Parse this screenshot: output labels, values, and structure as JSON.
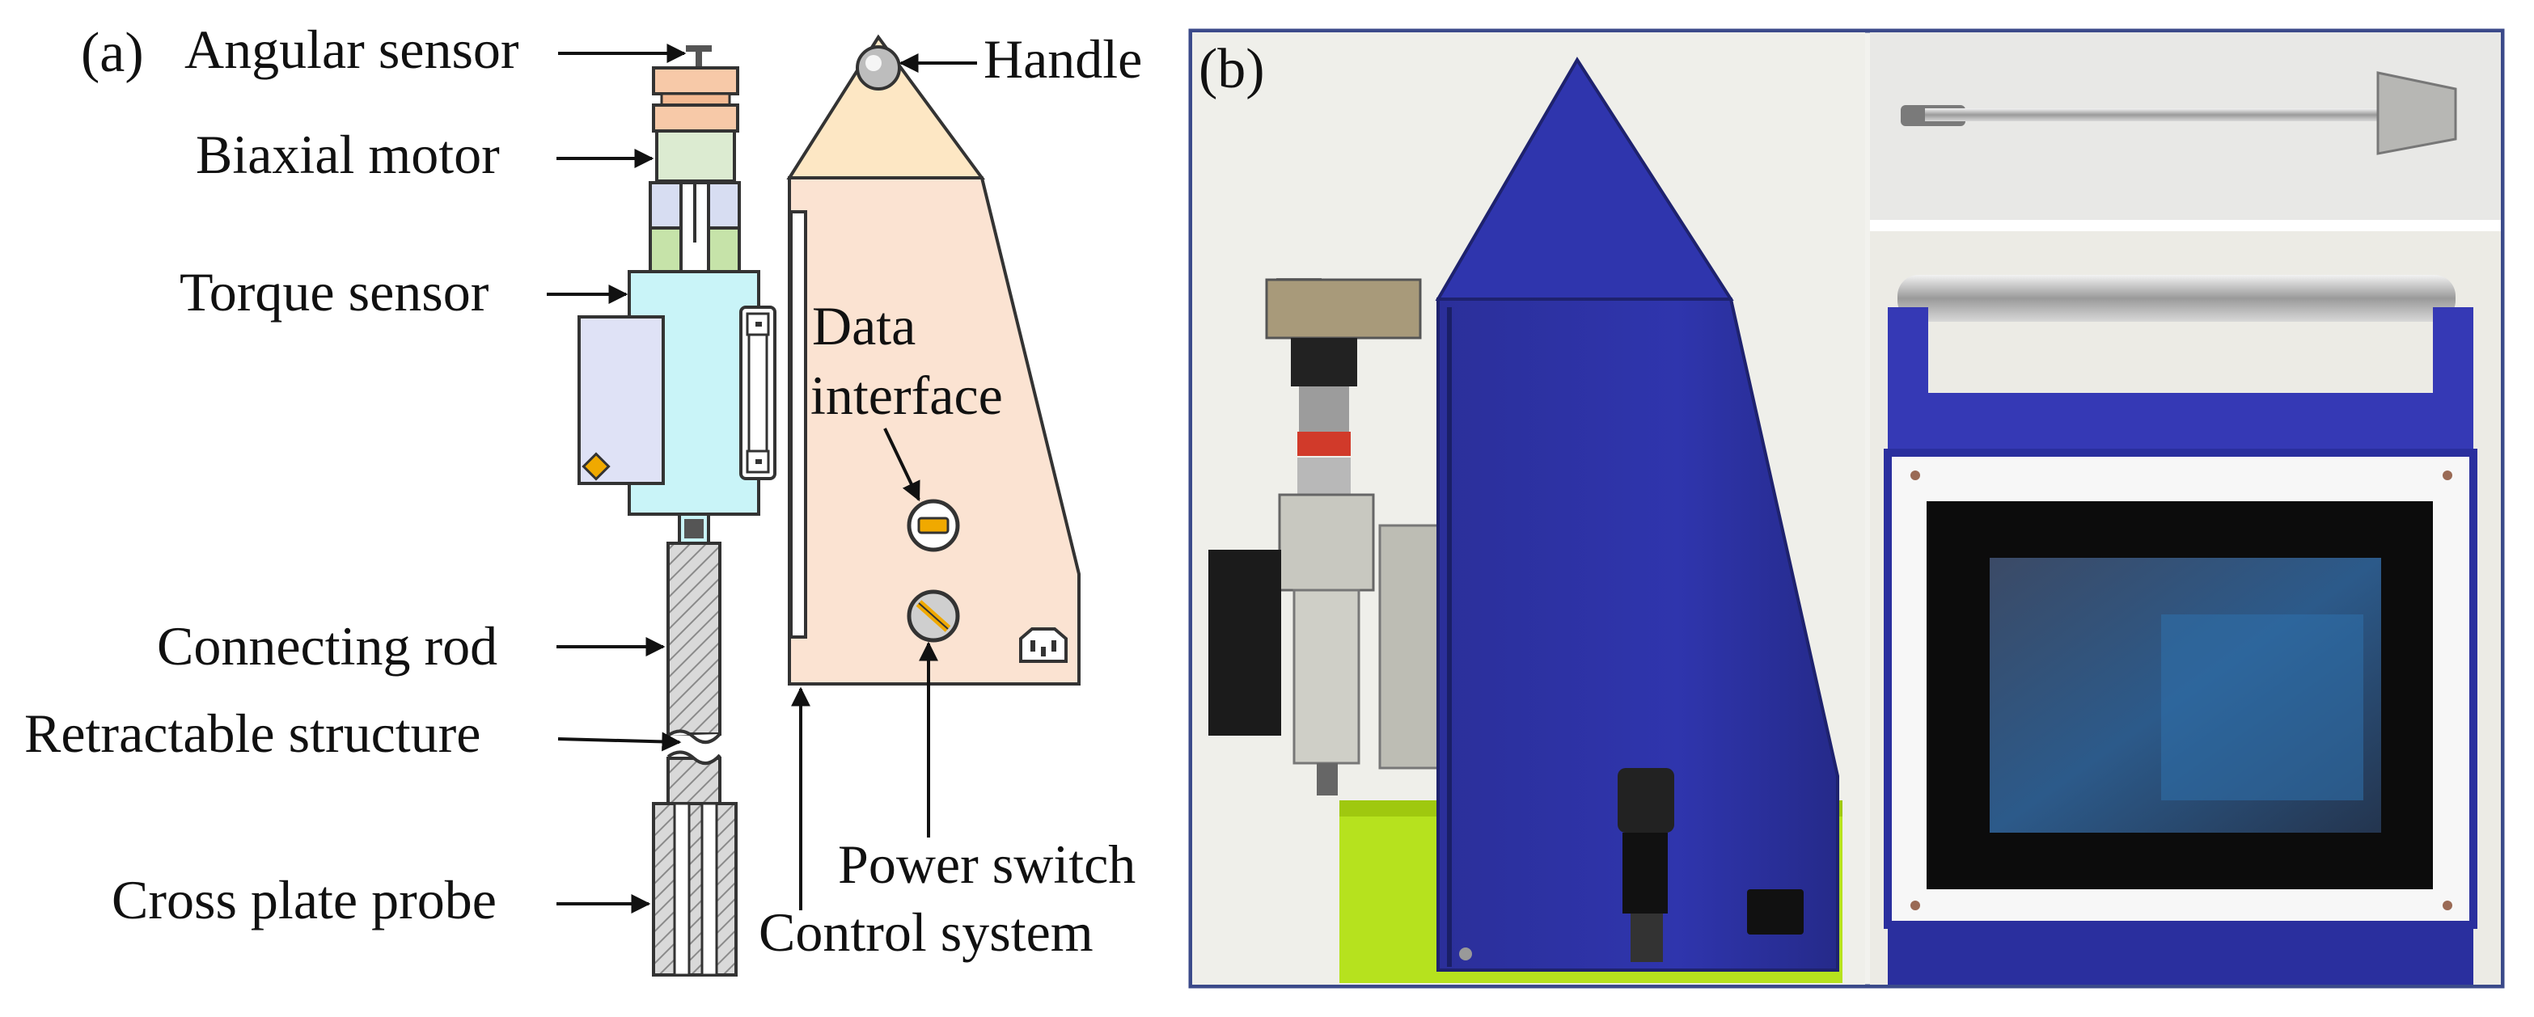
{
  "panel_a": {
    "tag": "(a)",
    "labels": {
      "angular_sensor": "Angular sensor",
      "biaxial_motor": "Biaxial motor",
      "torque_sensor": "Torque sensor",
      "connecting_rod": "Connecting rod",
      "retractable_structure": "Retractable structure",
      "cross_plate_probe": "Cross plate probe",
      "handle": "Handle",
      "data_interface_1": "Data",
      "data_interface_2": "interface",
      "power_switch": "Power switch",
      "control_system": "Control system"
    }
  },
  "panel_b": {
    "tag": "(b)"
  },
  "colors": {
    "control_box": "#fbe3d2",
    "handle_cap": "#fde7c4",
    "torque_block": "#c9f4f8",
    "motor_block": "#dcebd1",
    "angular_block": "#f7c9a8",
    "coupling_top": "#d7ddf2",
    "coupling_bottom": "#c6e3a9",
    "side_box": "#dfe2f6",
    "device_blue": "#2a2f9e",
    "stand_green": "#b6e21e"
  }
}
